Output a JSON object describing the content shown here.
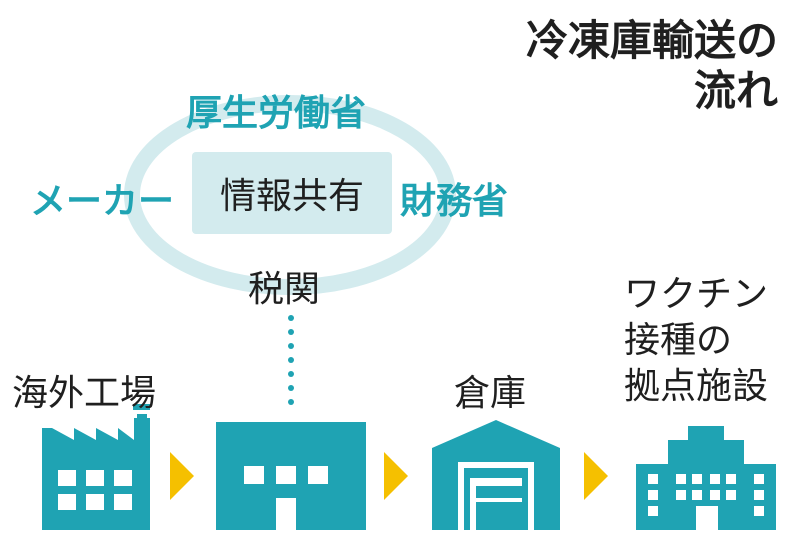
{
  "title": {
    "line1": "冷凍庫輸送の",
    "line2": "流れ"
  },
  "hub_label": "情報共有",
  "agencies": {
    "top": "厚生労働省",
    "left": "メーカー",
    "right": "財務省",
    "bottom": "税関"
  },
  "steps": {
    "factory": "海外工場",
    "warehouse": "倉庫",
    "site": [
      "ワクチン",
      "接種の",
      "拠点施設"
    ]
  },
  "colors": {
    "teal": "#1fa3b3",
    "light_teal": "#d3ebee",
    "arrow": "#f5c000"
  }
}
